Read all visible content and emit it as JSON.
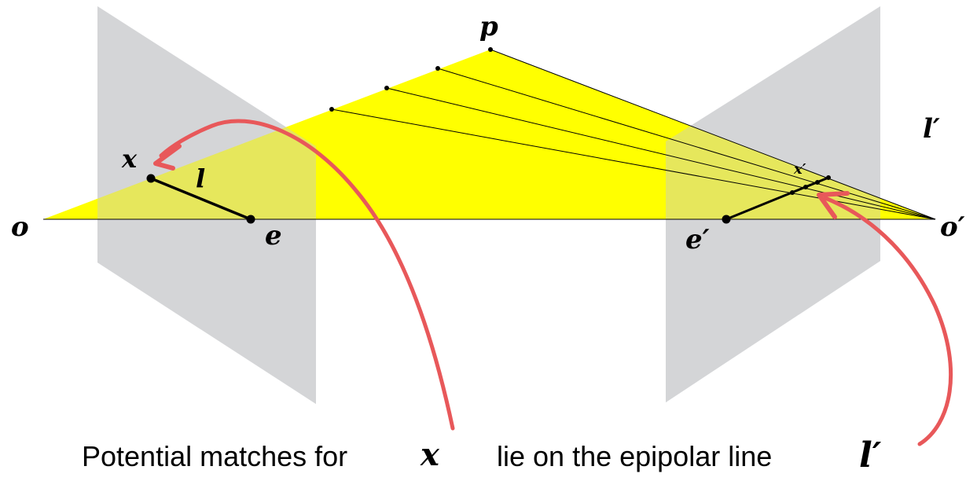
{
  "labels": {
    "p": "p",
    "x": "x",
    "l": "l",
    "o": "o",
    "e": "e",
    "x_prime": "x′",
    "l_prime": "l′",
    "e_prime": "e′",
    "o_prime": "o′"
  },
  "caption": {
    "part1": "Potential matches for",
    "var_x": "x",
    "part2": "lie on the epipolar line",
    "var_l_prime": "l′"
  },
  "colors": {
    "epipolar_plane": "#ffff00",
    "image_plane": "#d8d9dc",
    "arrow": "#e8585a",
    "lines": "#000000"
  }
}
